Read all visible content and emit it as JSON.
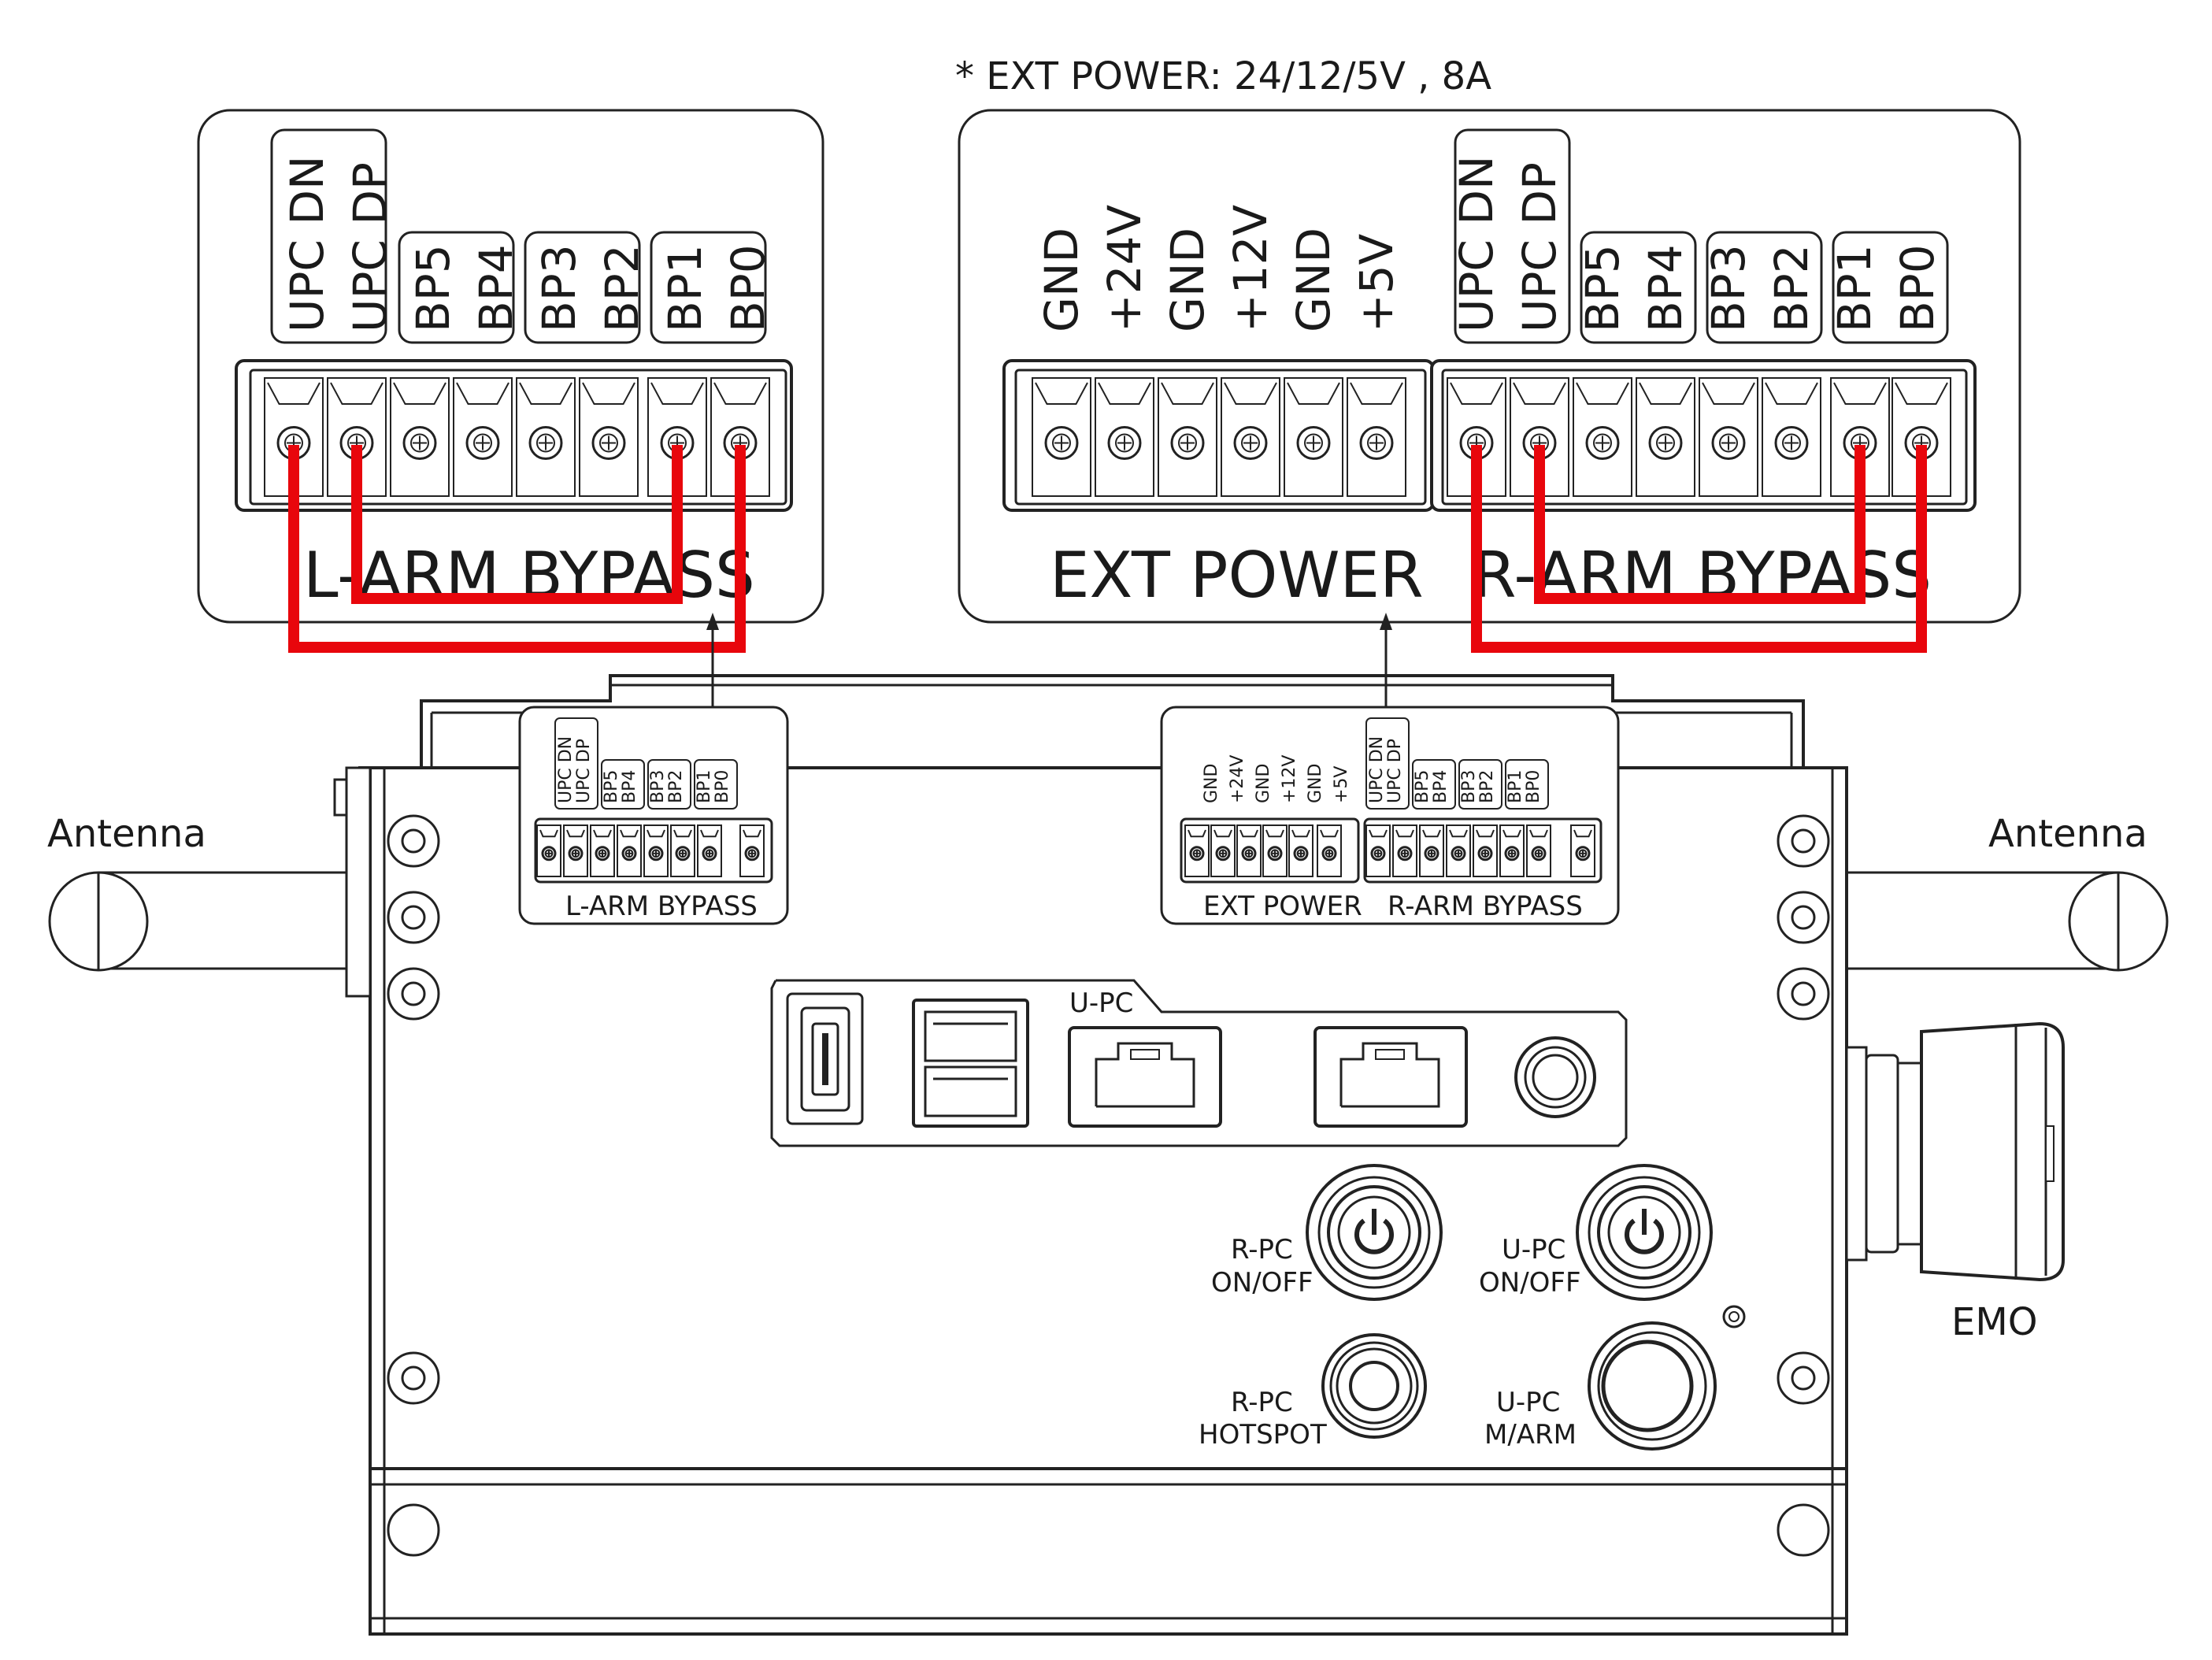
{
  "note": "* EXT POWER: 24/12/5V , 8A",
  "left_panel": {
    "pins": [
      "UPC DN",
      "UPC DP",
      "BP5",
      "BP4",
      "BP3",
      "BP2",
      "BP1",
      "BP0"
    ],
    "label": "L-ARM BYPASS"
  },
  "right_panel": {
    "power_pins": [
      "GND",
      "+24V",
      "GND",
      "+12V",
      "GND",
      "+5V"
    ],
    "power_label": "EXT POWER",
    "pins": [
      "UPC DN",
      "UPC DP",
      "BP5",
      "BP4",
      "BP3",
      "BP2",
      "BP1",
      "BP0"
    ],
    "label": "R-ARM BYPASS"
  },
  "device": {
    "left_bypass_label": "L-ARM BYPASS",
    "ext_power_label": "EXT POWER",
    "right_bypass_label": "R-ARM BYPASS",
    "upc_port_label": "U-PC",
    "rpc_power_label_1": "R-PC",
    "rpc_power_label_2": "ON/OFF",
    "upc_power_label_1": "U-PC",
    "upc_power_label_2": "ON/OFF",
    "rpc_hotspot_label_1": "R-PC",
    "rpc_hotspot_label_2": "HOTSPOT",
    "upc_marm_label_1": "U-PC",
    "upc_marm_label_2": "M/ARM",
    "antenna_left": "Antenna",
    "antenna_right": "Antenna",
    "emo_label": "EMO"
  },
  "colors": {
    "wire": "#e8060c",
    "line": "#222222"
  },
  "icons": [
    "power-icon",
    "hdmi-port-icon",
    "usb-port-icon",
    "ethernet-port-icon",
    "coax-connector-icon",
    "emergency-stop-icon",
    "antenna-icon"
  ]
}
